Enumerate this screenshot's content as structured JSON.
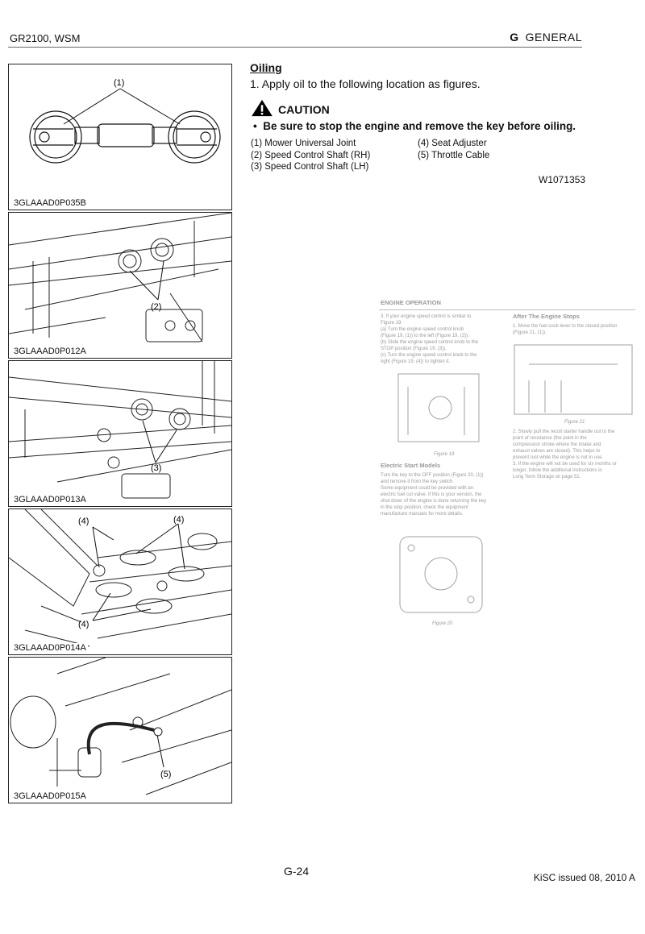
{
  "header": {
    "left": "GR2100, WSM",
    "section_letter": "G",
    "section_name": "GENERAL"
  },
  "figures": [
    {
      "code": "3GLAAAD0P035B",
      "callouts": [
        "(1)"
      ]
    },
    {
      "code": "3GLAAAD0P012A",
      "callouts": [
        "(2)"
      ]
    },
    {
      "code": "3GLAAAD0P013A",
      "callouts": [
        "(3)"
      ]
    },
    {
      "code": "3GLAAAD0P014A",
      "callouts": [
        "(4)",
        "(4)",
        "(4)"
      ]
    },
    {
      "code": "3GLAAAD0P015A",
      "callouts": [
        "(5)"
      ]
    }
  ],
  "oiling": {
    "title": "Oiling",
    "step": "1.  Apply oil to the following location as figures.",
    "caution_label": "CAUTION",
    "caution_text": "Be sure to stop the engine and remove the key before oiling.",
    "items_left": [
      "(1)  Mower Universal Joint",
      "(2)  Speed Control Shaft (RH)",
      "(3)  Speed Control Shaft (LH)"
    ],
    "items_right": [
      "(4)  Seat Adjuster",
      "(5)  Throttle Cable"
    ],
    "code": "W1071353"
  },
  "overlay": {
    "title": "ENGINE OPERATION",
    "col1": [
      "3.  If your engine speed control is similar to",
      "Figure 19:",
      "(a) Turn the engine speed control knob",
      "(Figure 19, (1)) to the left (Figure 19, (2)).",
      "(b) Slide the engine speed control knob to the",
      "STOP position (Figure 19, (3)).",
      "(c) Turn the engine speed control knob to the",
      "right (Figure 19, (4)) to tighten it."
    ],
    "fig19": "Figure 19",
    "sub": "Electric Start Models",
    "col1b": [
      "Turn the key to the OFF position (Figure 20, (1))",
      "and remove it from the key switch.",
      "Some equipment could be provided with an",
      "electric fuel cut valve. If this is your version, the",
      "shut down of the engine is done returning the key",
      "in the stop position, check the equipment",
      "manufacture manuals for more details."
    ],
    "fig20": "Figure 20",
    "col2title": "After The Engine Stops",
    "col2": [
      "1.  Move the fuel cock lever to the closed position",
      "(Figure 21, (1))."
    ],
    "fig21": "Figure 21",
    "col2b": [
      "2.  Slowly pull the recoil starter handle out to the",
      "point of resistance (the point in the",
      "compression stroke where the intake and",
      "exhaust valves are closed). This helps to",
      "prevent rust while the engine is not in use.",
      "3.  If the engine will not be used for six months or",
      "longer, follow the additional instructions in",
      "Long Term Storage on page 51."
    ]
  },
  "footer": {
    "page": "G-24",
    "issue": "KiSC issued 08, 2010 A"
  }
}
